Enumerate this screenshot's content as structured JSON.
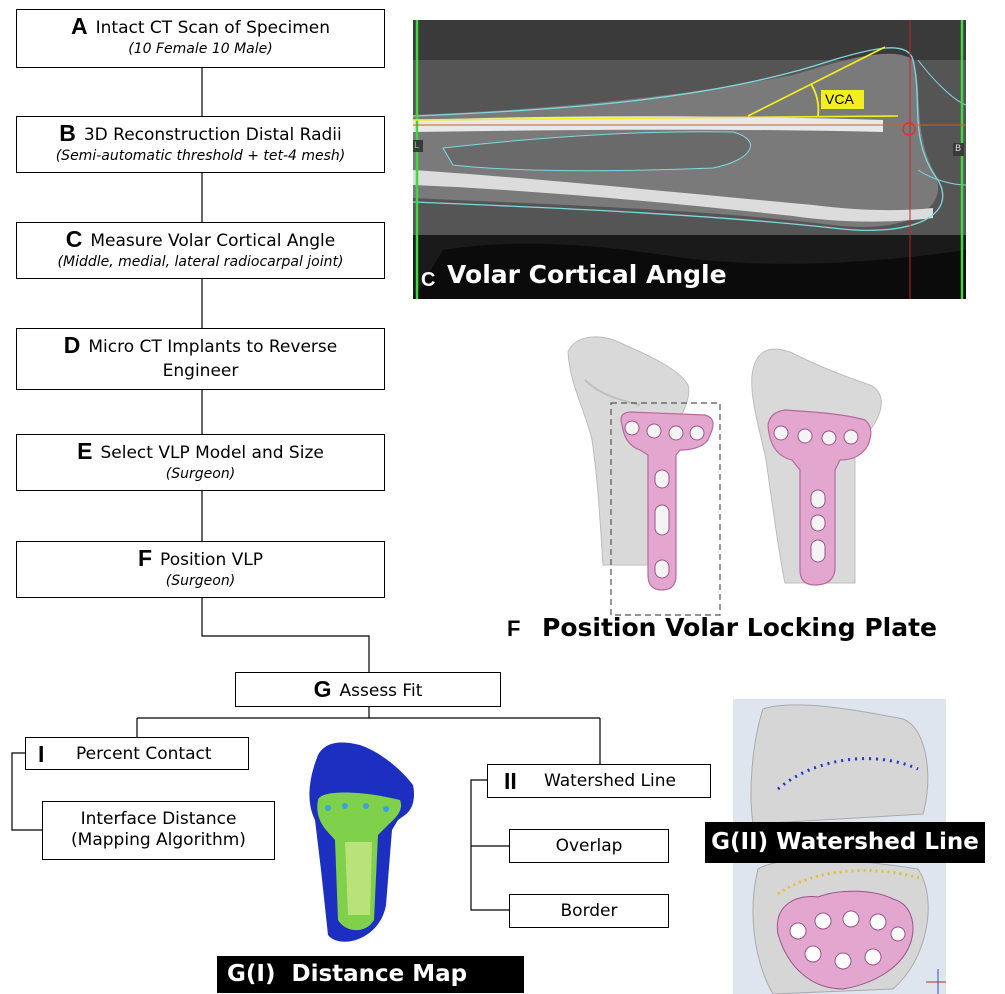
{
  "flow": {
    "a": {
      "letter": "A",
      "title": "Intact CT Scan of Specimen",
      "sub": "(10 Female 10 Male)"
    },
    "b": {
      "letter": "B",
      "title": "3D Reconstruction Distal Radii",
      "sub": "(Semi-automatic threshold + tet-4 mesh)"
    },
    "c": {
      "letter": "C",
      "title": "Measure Volar Cortical Angle",
      "sub": "(Middle, medial, lateral radiocarpal joint)"
    },
    "d": {
      "letter": "D",
      "title_line1": "Micro CT Implants to Reverse",
      "title_line2": "Engineer"
    },
    "e": {
      "letter": "E",
      "title": "Select VLP Model and Size",
      "sub": "(Surgeon)"
    },
    "f": {
      "letter": "F",
      "title": "Position VLP",
      "sub": "(Surgeon)"
    },
    "g": {
      "letter": "G",
      "title": "Assess Fit"
    },
    "i": {
      "letter": "I",
      "title": "Percent Contact"
    },
    "interface": {
      "line1": "Interface Distance",
      "line2": "(Mapping Algorithm)"
    },
    "ii": {
      "letter": "II",
      "title": "Watershed Line"
    },
    "overlap": "Overlap",
    "border": "Border"
  },
  "panels": {
    "c_letter": "C",
    "c_caption": "Volar Cortical Angle",
    "vca": "VCA",
    "scan_marker_left": "L",
    "scan_marker_right": "B",
    "f_letter": "F",
    "f_caption": "Position Volar Locking Plate",
    "gi_caption": "G(I)  Distance Map",
    "gii_caption": "G(II) Watershed Line"
  },
  "colors": {
    "plate": "#e3a6cf",
    "bone": "#d9d9d9",
    "scan_bg": "#4a4a4a",
    "outline": "#7fd8e0",
    "angle": "#f2ee22"
  }
}
